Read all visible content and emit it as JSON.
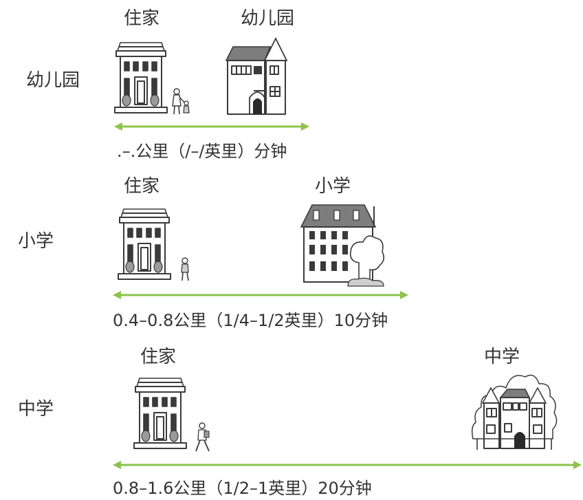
{
  "rows": [
    {
      "label": "幼儿园",
      "home_label": "住家",
      "destination_label": "幼儿园",
      "distance_label": ".–.公里（/–/英里）分钟"
    },
    {
      "label": "小学",
      "home_label": "住家",
      "destination_label": "小学",
      "distance_label": "0.4–0.8公里（1/4–1/2英里）10分钟"
    },
    {
      "label": "中学",
      "home_label": "住家",
      "destination_label": "中学",
      "distance_label": "0.8–1.6公里（1/2–1英里）20分钟"
    }
  ],
  "colors": {
    "arrow": "#8cc34a",
    "ink": "#3a3a3a",
    "roof": "#7d7d7d",
    "text": "#333333"
  },
  "icons": [
    "house-icon",
    "kindergarten-building-icon",
    "primary-school-building-icon",
    "secondary-school-building-icon",
    "child-walking-icon"
  ]
}
